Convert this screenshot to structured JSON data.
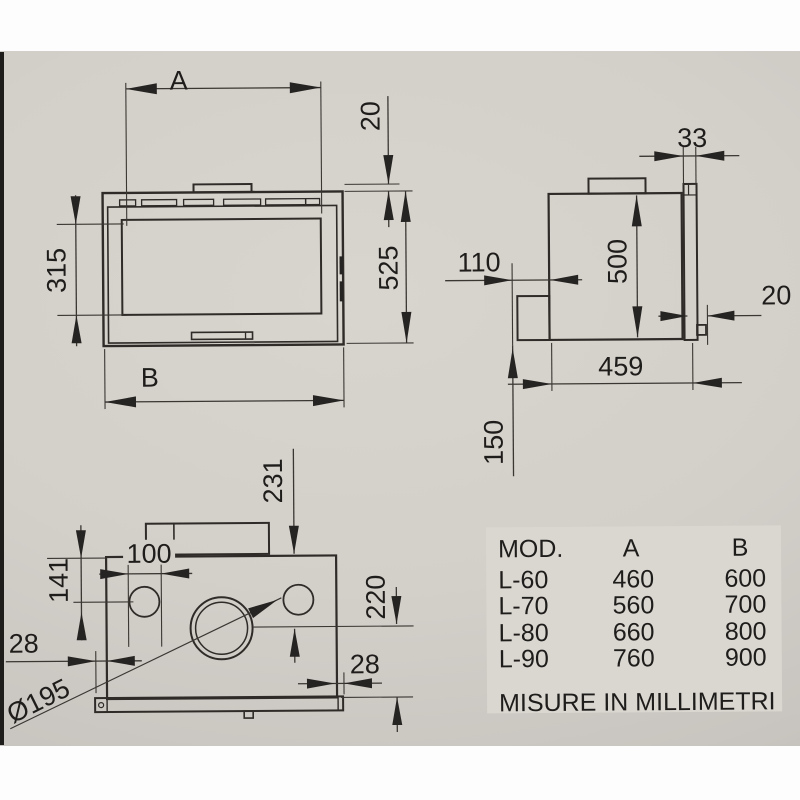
{
  "front_view": {
    "a": "A",
    "top_gap": "20",
    "glass_height": "315",
    "height": "525",
    "b": "B"
  },
  "side_view": {
    "frame_width": "33",
    "step_depth": "110",
    "height": "500",
    "frame_lip": "20",
    "depth": "459",
    "floor_clearance": "150"
  },
  "top_view": {
    "back_to_flue": "231",
    "outlet_spacing": "100",
    "outlet_offset": "141",
    "overhang_left": "28",
    "flue_to_front": "220",
    "overhang_right": "28",
    "flue_diameter": "Ø195"
  },
  "table": {
    "headers": {
      "mod": "MOD.",
      "a": "A",
      "b": "B"
    },
    "rows": [
      {
        "mod": "L-60",
        "a": "460",
        "b": "600"
      },
      {
        "mod": "L-70",
        "a": "560",
        "b": "700"
      },
      {
        "mod": "L-80",
        "a": "660",
        "b": "800"
      },
      {
        "mod": "L-90",
        "a": "760",
        "b": "900"
      }
    ],
    "note": "MISURE IN MILLIMETRI"
  }
}
